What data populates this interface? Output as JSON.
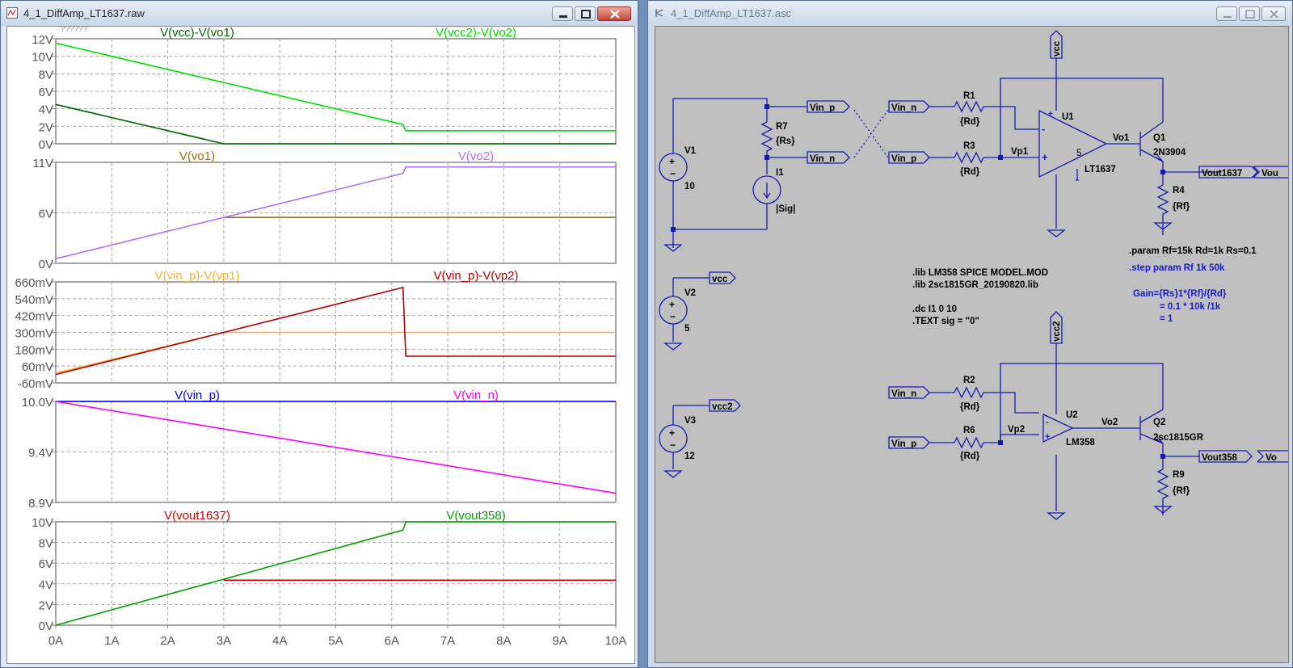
{
  "left_window": {
    "title": "4_1_DiffAmp_LT1637.raw"
  },
  "right_window": {
    "title": "4_1_DiffAmp_LT1637.asc"
  },
  "window_buttons": {
    "minimize": "minimize-icon",
    "maximize": "maximize-icon",
    "close": "close-icon"
  },
  "plot": {
    "cursor_marks": "??????",
    "x_axis_ticks": [
      "0A",
      "1A",
      "2A",
      "3A",
      "4A",
      "5A",
      "6A",
      "7A",
      "8A",
      "9A",
      "10A"
    ]
  },
  "chart_data": [
    {
      "type": "line",
      "pane": 1,
      "y_ticks": [
        "12V",
        "10V",
        "8V",
        "6V",
        "4V",
        "2V",
        "0V"
      ],
      "ylim": [
        0,
        12
      ],
      "xlim": [
        0,
        10
      ],
      "series": [
        {
          "name": "V(vcc)-V(vo1)",
          "color": "#006400",
          "x": [
            0,
            3,
            10
          ],
          "y": [
            4.5,
            0,
            0
          ]
        },
        {
          "name": "V(vcc2)-V(vo2)",
          "color": "#00e000",
          "x": [
            0,
            6.2,
            6.25,
            10
          ],
          "y": [
            11.5,
            2.2,
            1.5,
            1.5
          ]
        }
      ]
    },
    {
      "type": "line",
      "pane": 2,
      "y_ticks": [
        "11V",
        "6V",
        "0V"
      ],
      "ylim": [
        0,
        11
      ],
      "xlim": [
        0,
        10
      ],
      "series": [
        {
          "name": "V(vo1)",
          "color": "#a07000",
          "x": [
            3,
            10
          ],
          "y": [
            5,
            5
          ]
        },
        {
          "name": "V(vo2)",
          "color": "#b070ff",
          "x": [
            0,
            6.2,
            6.25,
            10
          ],
          "y": [
            0.5,
            9.8,
            10.5,
            10.5
          ]
        }
      ]
    },
    {
      "type": "line",
      "pane": 3,
      "y_ticks": [
        "660mV",
        "540mV",
        "420mV",
        "300mV",
        "180mV",
        "60mV",
        "-60mV"
      ],
      "ylim": [
        -60,
        660
      ],
      "xlim": [
        0,
        10
      ],
      "series": [
        {
          "name": "V(vin_p)-V(vp1)",
          "color": "#ffb030",
          "x": [
            0,
            3,
            10
          ],
          "y": [
            10,
            300,
            300
          ]
        },
        {
          "name": "V(vin_p)-V(vp2)",
          "color": "#b00000",
          "x": [
            0,
            6.2,
            6.25,
            10
          ],
          "y": [
            0,
            620,
            130,
            130
          ]
        }
      ]
    },
    {
      "type": "line",
      "pane": 4,
      "y_ticks": [
        "10.0V",
        "9.4V",
        "8.9V"
      ],
      "ylim": [
        8.9,
        10.0
      ],
      "xlim": [
        0,
        10
      ],
      "series": [
        {
          "name": "V(vin_p)",
          "color": "#0000ff",
          "x": [
            0,
            10
          ],
          "y": [
            10.0,
            10.0
          ]
        },
        {
          "name": "V(vin_n)",
          "color": "#ff00ff",
          "x": [
            0,
            10
          ],
          "y": [
            10.0,
            9.0
          ]
        }
      ]
    },
    {
      "type": "line",
      "pane": 5,
      "y_ticks": [
        "10V",
        "8V",
        "6V",
        "4V",
        "2V",
        "0V"
      ],
      "ylim": [
        0,
        10
      ],
      "xlim": [
        0,
        10
      ],
      "series": [
        {
          "name": "V(vout1637)",
          "color": "#d00000",
          "x": [
            3,
            10
          ],
          "y": [
            4.35,
            4.35
          ]
        },
        {
          "name": "V(vout358)",
          "color": "#00a000",
          "x": [
            0,
            6.2,
            6.25,
            10
          ],
          "y": [
            0,
            9.2,
            10,
            10
          ]
        }
      ]
    }
  ],
  "schematic": {
    "labels": {
      "V1": "V1",
      "V1_val": "10",
      "V2": "V2",
      "V2_val": "5",
      "V3": "V3",
      "V3_val": "12",
      "R7": "R7",
      "R7_val": "{Rs}",
      "I1": "I1",
      "I1_val": "|Sig|",
      "R1": "R1",
      "R1_val": "{Rd}",
      "R3": "R3",
      "R3_val": "{Rd}",
      "R2": "R2",
      "R2_val": "{Rd}",
      "R6": "R6",
      "R6_val": "{Rd}",
      "R4": "R4",
      "R4_val": "{Rf}",
      "R9": "R9",
      "R9_val": "{Rf}",
      "U1": "U1",
      "U1_model": "LT1637",
      "U1_pin5": "5",
      "U2": "U2",
      "U2_model": "LM358",
      "Q1": "Q1",
      "Q1_model": "2N3904",
      "Q2": "Q2",
      "Q2_model": "2sc1815GR",
      "Vp1": "Vp1",
      "Vp2": "Vp2",
      "Vo1": "Vo1",
      "Vo2": "Vo2",
      "plus": "+",
      "minus": "-"
    },
    "net_flags": {
      "vin_p": "Vin_p",
      "vin_n": "Vin_n",
      "vcc": "vcc",
      "vcc2": "vcc2",
      "vout1637": "Vout1637",
      "vout358": "Vout358",
      "vou_cut": "Vou",
      "vo_cut": "Vo"
    },
    "directives": {
      "lib1": ".lib LM358 SPICE MODEL.MOD",
      "lib2": ".lib 2sc1815GR_20190820.lib",
      "dc": ".dc I1 0 10",
      "text": ".TEXT sig = \"0\"",
      "param": ".param Rf=15k Rd=1k Rs=0.1",
      "step": ".step param Rf 1k 50k",
      "gain1": "Gain={Rs}1*{Rf}/{Rd}",
      "gain2": "= 0.1 * 10k /1k",
      "gain3": "= 1"
    }
  }
}
